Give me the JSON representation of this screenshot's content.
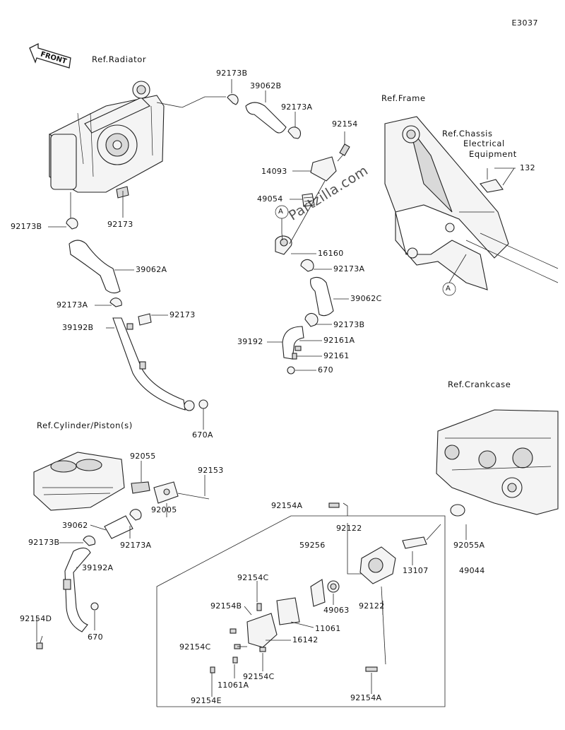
{
  "diagram_code": "E3037",
  "front_label": "FRONT",
  "watermark": "Partzilla.com",
  "refs": {
    "radiator": "Ref.Radiator",
    "frame": "Ref.Frame",
    "chassis": "Ref.Chassis",
    "electrical": "Electrical",
    "equipment": "Equipment",
    "cylinder": "Ref.Cylinder/Piston(s)",
    "crankcase": "Ref.Crankcase"
  },
  "callouts": {
    "A": "A"
  },
  "parts": {
    "p92173B_top": "92173B",
    "p39062B": "39062B",
    "p92173A_top": "92173A",
    "p92154_top": "92154",
    "p14093": "14093",
    "p49054": "49054",
    "p16160": "16160",
    "p92173A_mid": "92173A",
    "p39062C": "39062C",
    "p92173B_mid": "92173B",
    "p39192": "39192",
    "p92161A": "92161A",
    "p92161": "92161",
    "p670_mid": "670",
    "p132": "132",
    "p92173B_left": "92173B",
    "p92173_left": "92173",
    "p39062A": "39062A",
    "p92173A_left": "92173A",
    "p92173_pipe": "92173",
    "p39192B": "39192B",
    "p670A": "670A",
    "p92055": "92055",
    "p92153": "92153",
    "p92005": "92005",
    "p39062": "39062",
    "p92173B_low": "92173B",
    "p92173A_low": "92173A",
    "p39192A": "39192A",
    "p92154D": "92154D",
    "p670_low": "670",
    "p92154A_top": "92154A",
    "p92122_top": "92122",
    "p59256": "59256",
    "p13107": "13107",
    "p49044": "49044",
    "p92055A": "92055A",
    "p92154C_top": "92154C",
    "p49063": "49063",
    "p92122_low": "92122",
    "p92154B": "92154B",
    "p11061": "11061",
    "p92154C_mid": "92154C",
    "p16142": "16142",
    "p92154C_low": "92154C",
    "p11061A": "11061A",
    "p92154E": "92154E",
    "p92154A_low": "92154A"
  }
}
